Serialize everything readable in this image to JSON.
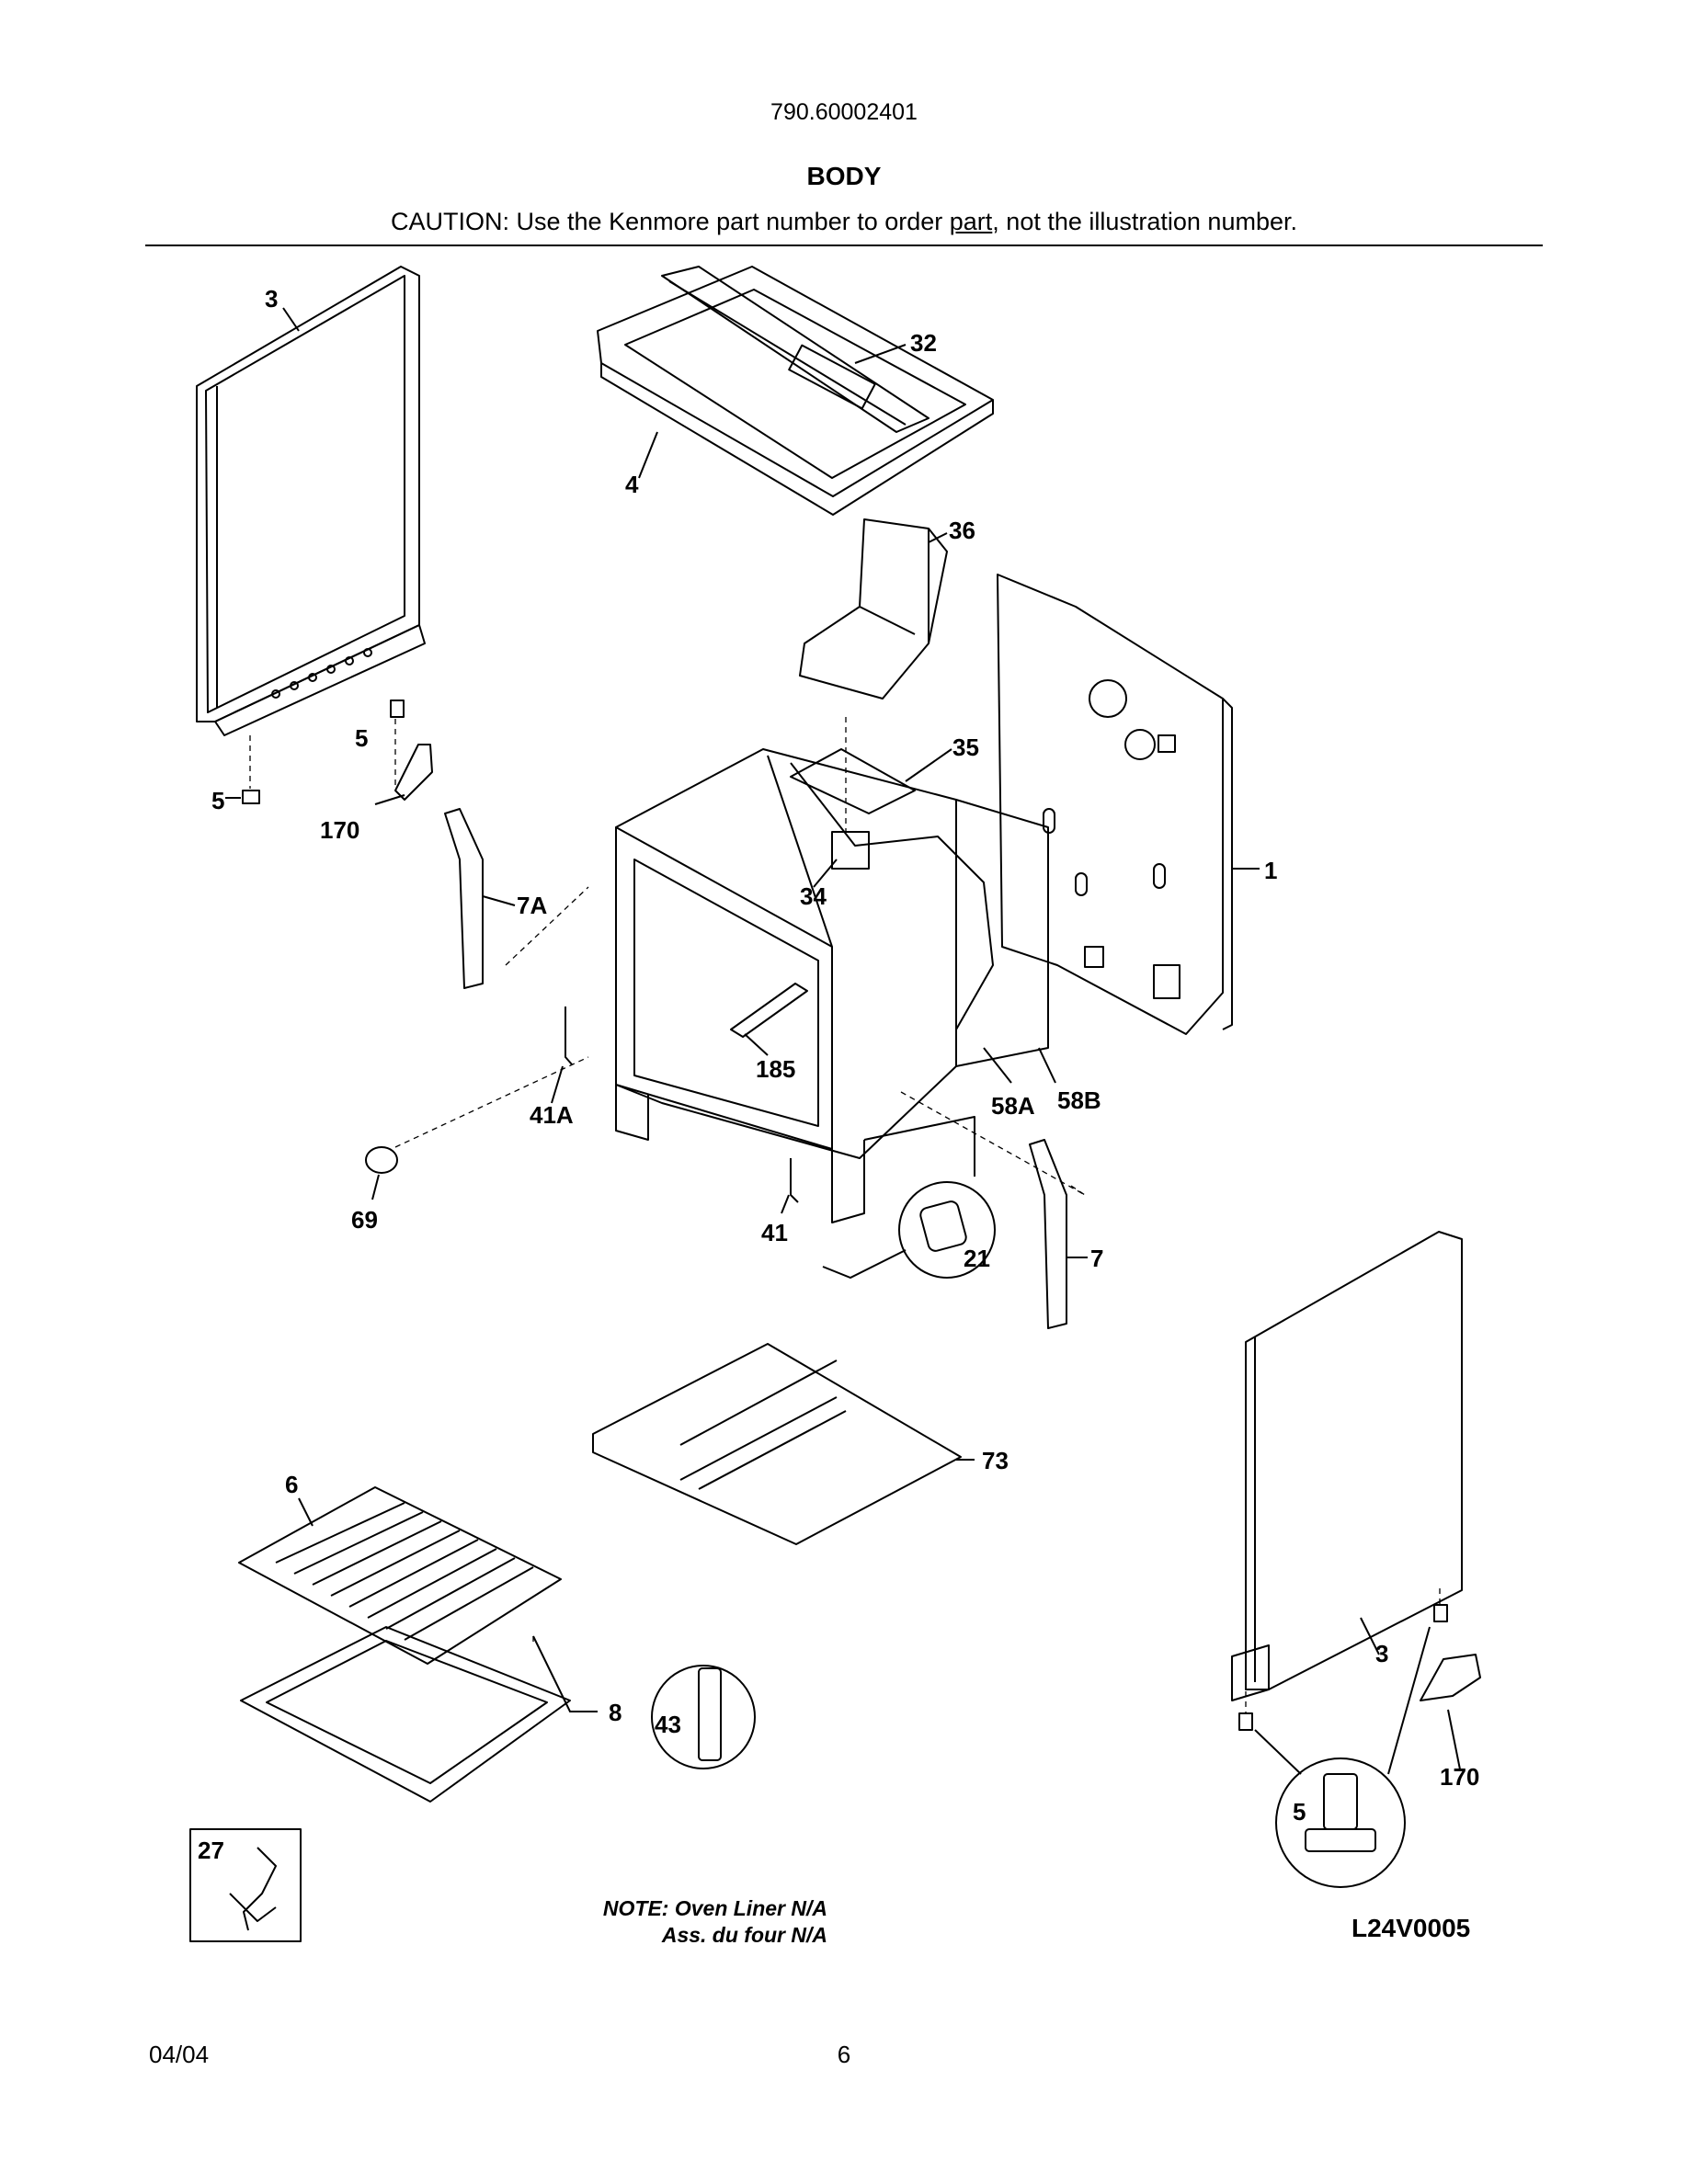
{
  "header": {
    "model": "790.60002401",
    "title": "BODY",
    "caution_before": "CAUTION: Use the Kenmore part number to order ",
    "caution_link": "part",
    "caution_after": ", not the illustration number."
  },
  "callouts": {
    "c1": "1",
    "c3_left": "3",
    "c3_right": "3",
    "c4": "4",
    "c5_a": "5",
    "c5_b": "5",
    "c5_detail": "5",
    "c6": "6",
    "c7": "7",
    "c7A": "7A",
    "c8": "8",
    "c21": "21",
    "c27": "27",
    "c32": "32",
    "c34": "34",
    "c35": "35",
    "c36": "36",
    "c41": "41",
    "c41A": "41A",
    "c43": "43",
    "c58A": "58A",
    "c58B": "58B",
    "c69": "69",
    "c73": "73",
    "c170_left": "170",
    "c170_right": "170",
    "c185": "185"
  },
  "notes": {
    "line1": "NOTE: Oven Liner N/A",
    "line2": "Ass. du four N/A"
  },
  "figure_code": "L24V0005",
  "footer": {
    "date": "04/04",
    "page": "6"
  }
}
